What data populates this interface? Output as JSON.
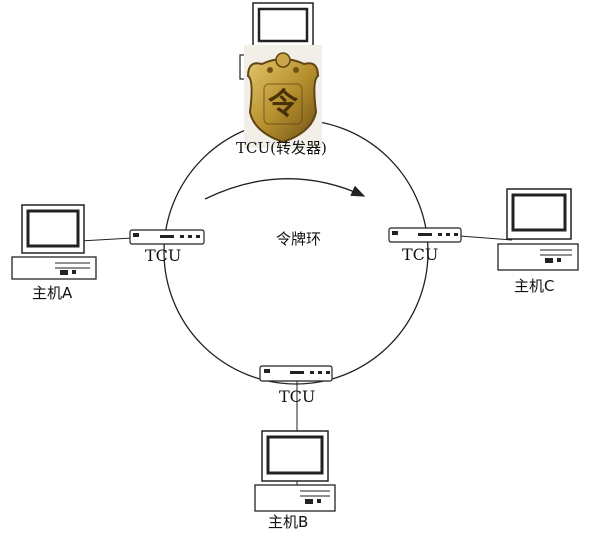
{
  "diagram": {
    "ring_label": "令牌环",
    "top_node_label": "TCU(转发器)",
    "tcu_labels": {
      "left": "TCU",
      "right": "TCU",
      "bottom": "TCU"
    },
    "hosts": {
      "a": "主机A",
      "b": "主机B",
      "c": "主机C"
    },
    "token_badge_glyph": "令",
    "colors": {
      "line": "#222222",
      "device_face": "#ffffff",
      "badge_gold": "#b8912f",
      "badge_dark": "#5e4513"
    }
  }
}
